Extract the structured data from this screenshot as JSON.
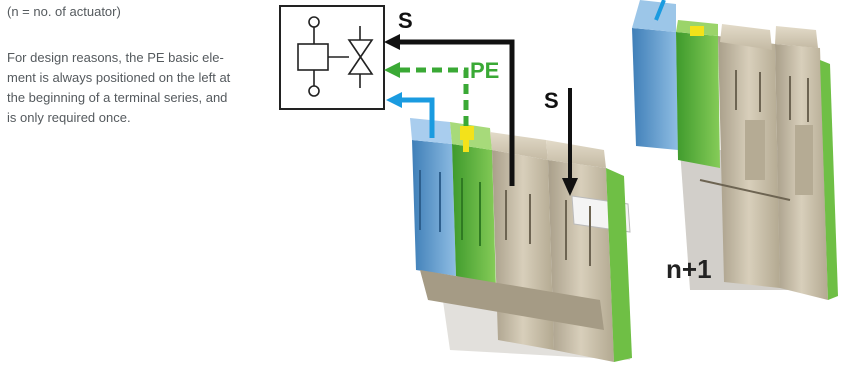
{
  "note": "(n = no. of actuator)",
  "description": "For design reasons, the PE basic element is always positioned on the left at the beginning of a terminal series, and is only required once.",
  "description_lines": [
    "For design reasons, the PE basic ele-",
    "ment is always positioned on the left at",
    "the beginning of a terminal series, and",
    "is only required once."
  ],
  "labels": {
    "signal_top": "S",
    "protective_earth": "PE",
    "signal_right": "S",
    "next_terminal": "n+1"
  },
  "colors": {
    "signal_wire": "#111111",
    "pe_wire": "#3aa935",
    "pe_stripe": "#f3e21a",
    "blue_wire": "#1a9be0",
    "terminal_beige": "#cfc5b0",
    "terminal_green": "#6fbf45",
    "terminal_blue": "#5d9ccf",
    "text": "#555a5e"
  },
  "icons": {
    "actuator": "solenoid-valve-symbol"
  }
}
